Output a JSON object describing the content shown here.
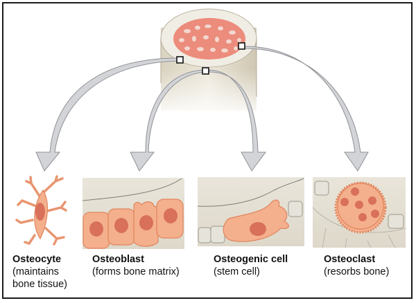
{
  "figure": {
    "bone": {
      "name": "bone-cross-section",
      "sample_markers": 3
    },
    "cells": [
      {
        "id": "osteocyte",
        "name": "Osteocyte",
        "description": "(maintains bone tissue)",
        "desc_lines": [
          "(maintains",
          "bone tissue)"
        ]
      },
      {
        "id": "osteoblast",
        "name": "Osteoblast",
        "description": "(forms bone matrix)",
        "desc_lines": [
          "(forms bone matrix)"
        ]
      },
      {
        "id": "osteogenic-cell",
        "name": "Osteogenic cell",
        "description": "(stem cell)",
        "desc_lines": [
          "(stem cell)"
        ]
      },
      {
        "id": "osteoclast",
        "name": "Osteoclast",
        "description": "(resorbs bone)",
        "desc_lines": [
          "(resorbs bone)"
        ]
      }
    ],
    "colors": {
      "cell_fill": "#f4b08c",
      "cell_stroke": "#e0835c",
      "nucleus": "#d9705a",
      "bone_matrix": "#e4dfd2",
      "spongy": "#ec8c7c",
      "arrow_fill": "#d3d4d7",
      "arrow_stroke": "#8f9196",
      "frame": "#1a1a1a"
    }
  }
}
